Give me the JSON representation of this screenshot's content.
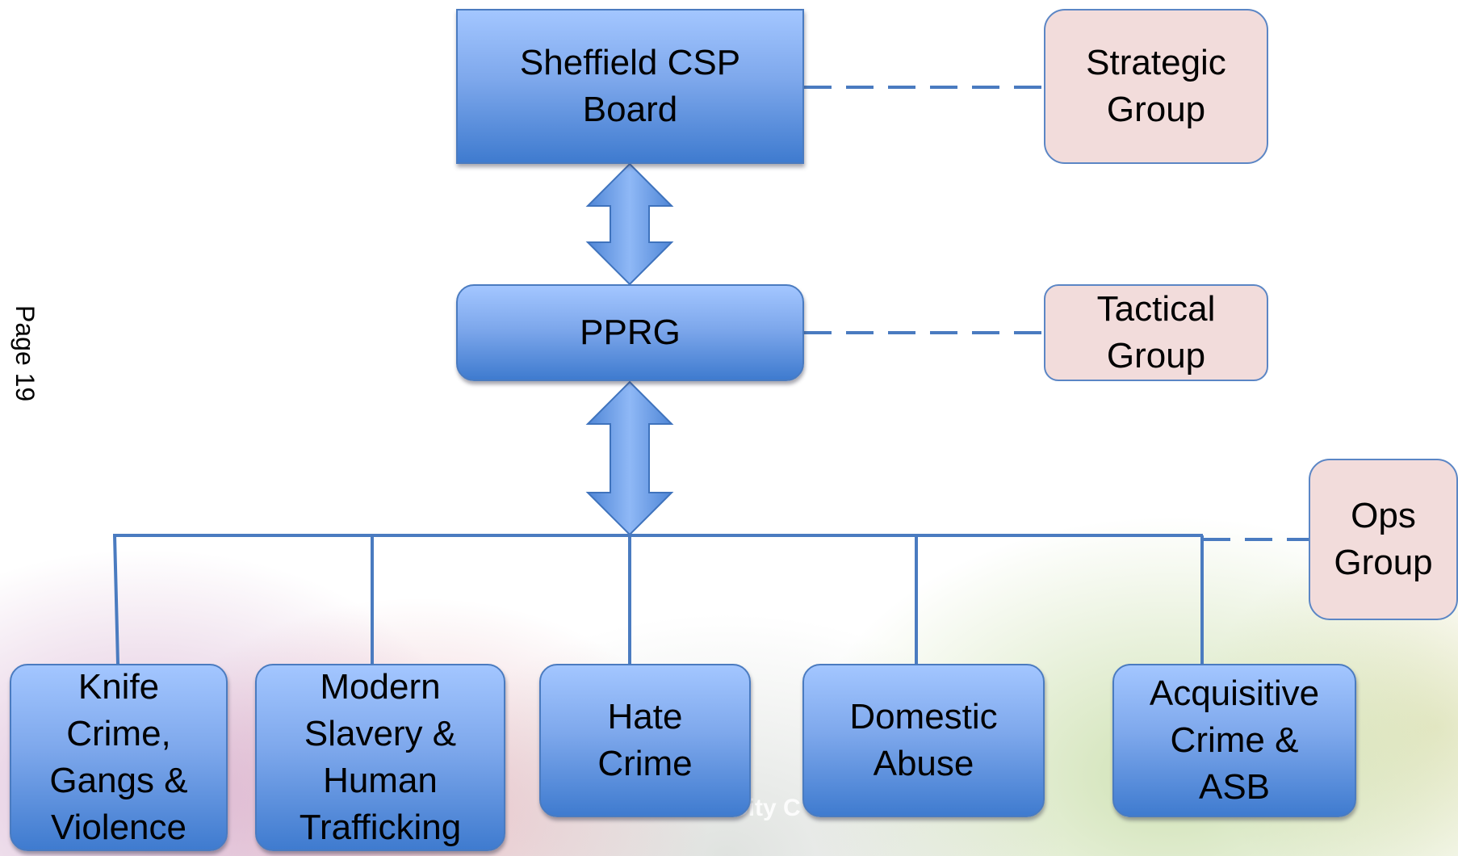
{
  "page_label": "Page 19",
  "watermark_text": "City C",
  "colors": {
    "node_top": "#a3c6ff",
    "node_bottom": "#3f7bcf",
    "group_fill": "#f2dcdb",
    "connector": "#4a7bc0"
  },
  "nodes": {
    "board": "Sheffield CSP\nBoard",
    "pprg": "PPRG",
    "knife": "Knife\nCrime,\nGangs &\nViolence",
    "slavery": "Modern\nSlavery &\nHuman\nTrafficking",
    "hate": "Hate\nCrime",
    "domestic": "Domestic\nAbuse",
    "acquisitive": "Acquisitive\nCrime &\nASB"
  },
  "groups": {
    "strategic": "Strategic\nGroup",
    "tactical": "Tactical\nGroup",
    "ops": "Ops\nGroup"
  }
}
